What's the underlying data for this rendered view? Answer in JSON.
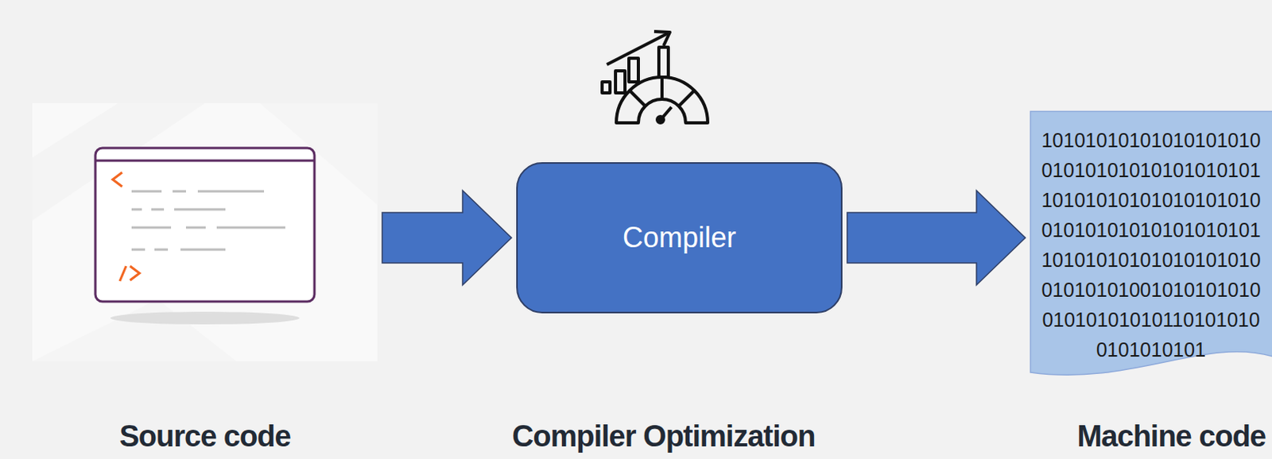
{
  "diagram": {
    "nodes": [
      {
        "text": [
          "Source code"
        ]
      },
      {
        "text": [
          "Compiler",
          "Compiler Optimization"
        ]
      },
      {
        "text": [
          "10101010101010101010 01010101010101010101 10101010101010101010 01010101010101010101 10101010101010101010 01010101001010101010 01010101010110101010 0101010101",
          "Machine code"
        ]
      }
    ],
    "edges": [
      {
        "from": 0,
        "to": 1,
        "arrow": "to"
      },
      {
        "from": 1,
        "to": 2,
        "arrow": "to"
      }
    ]
  }
}
